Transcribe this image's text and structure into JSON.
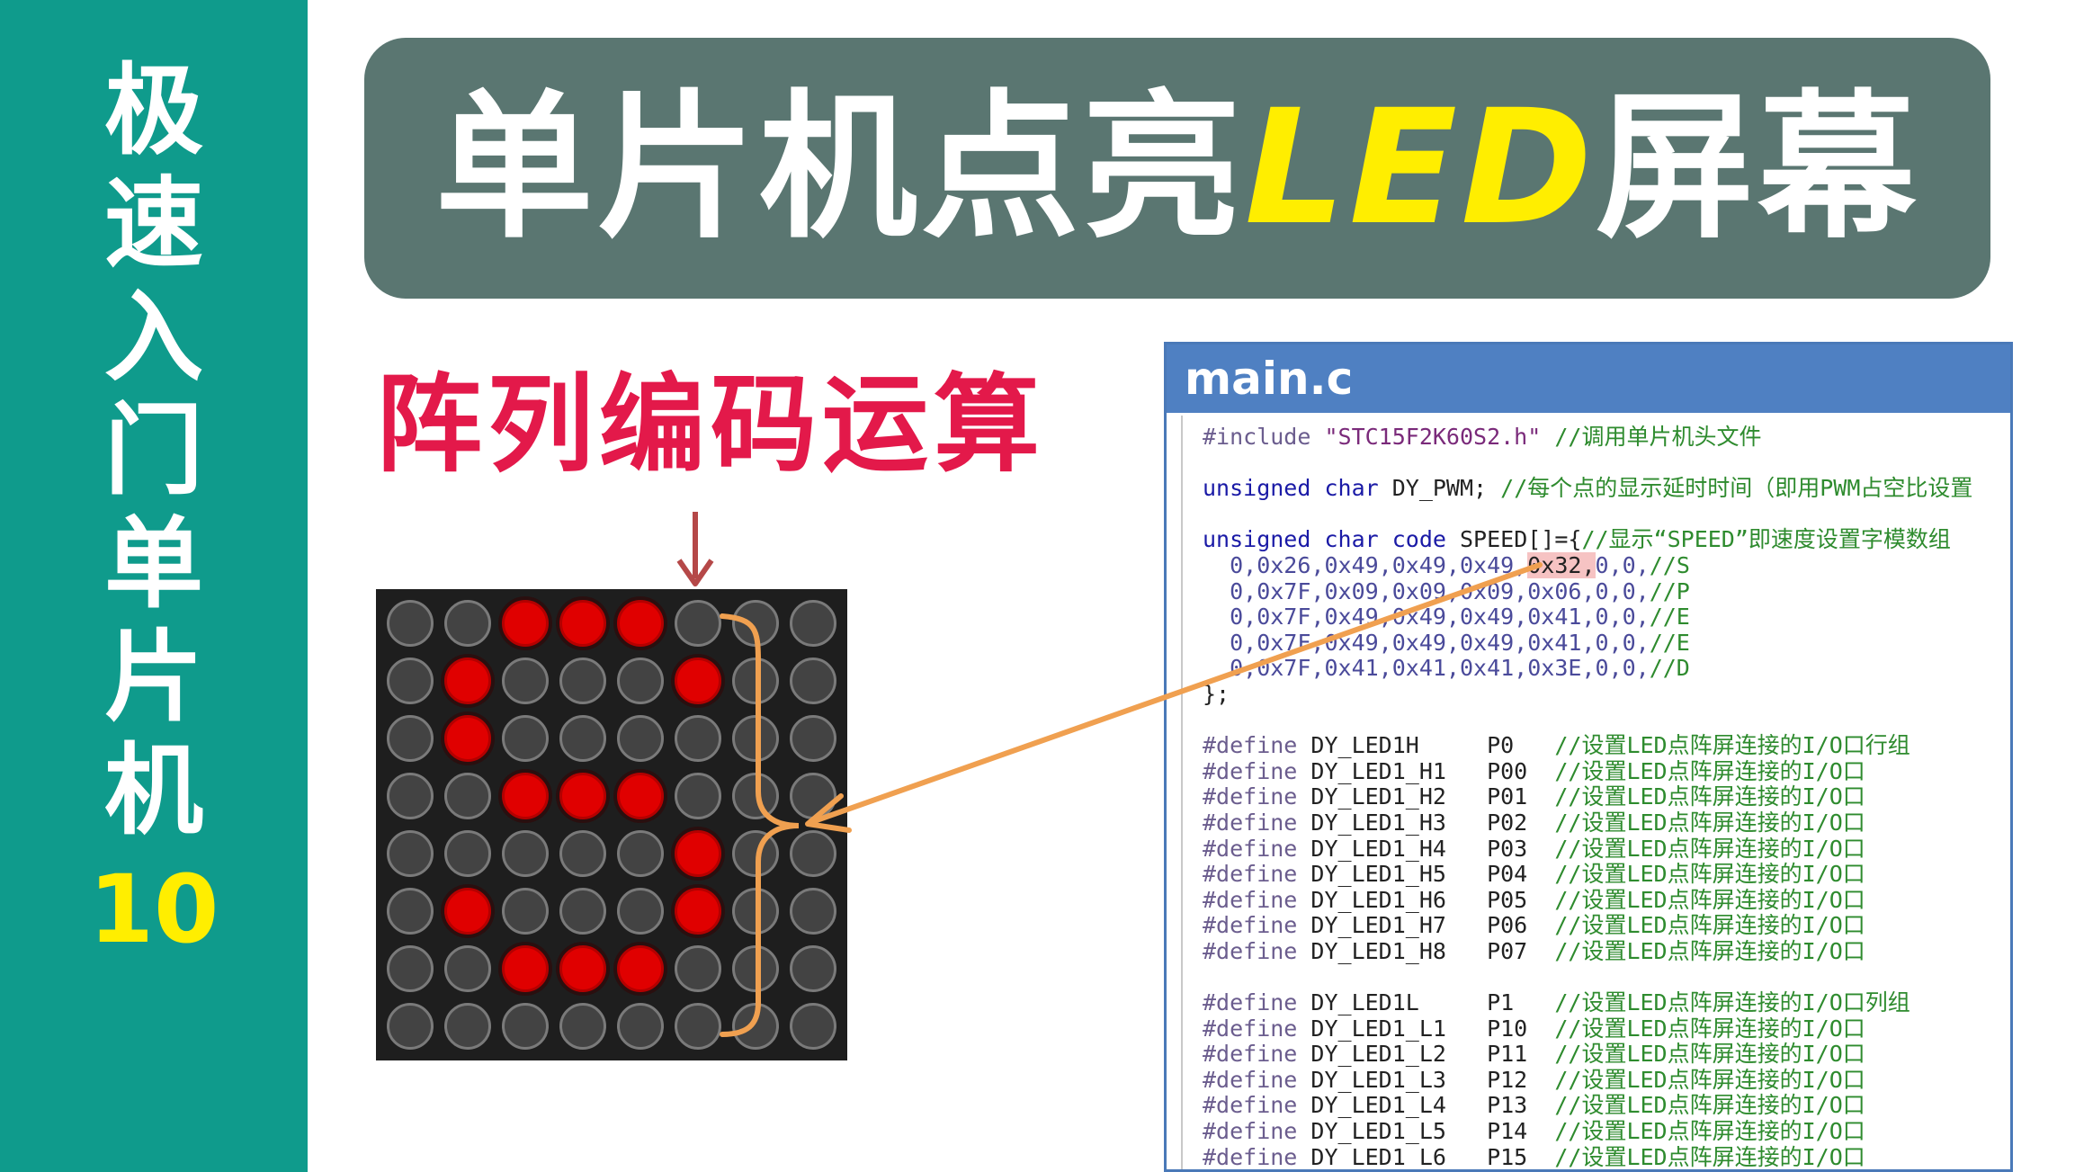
{
  "side_title": {
    "chars": [
      "极",
      "速",
      "入",
      "门",
      "单",
      "片",
      "机"
    ],
    "number": "10"
  },
  "banner": {
    "title_white": "单片机点亮",
    "title_yellow": "LED",
    "title_white_2": "屏幕"
  },
  "subtitle": "阵列编码运算",
  "led_matrix": {
    "rows": 8,
    "cols": 8,
    "on": [
      [
        0,
        0,
        1,
        1,
        1,
        0,
        0,
        0
      ],
      [
        0,
        1,
        0,
        0,
        0,
        1,
        0,
        0
      ],
      [
        0,
        1,
        0,
        0,
        0,
        0,
        0,
        0
      ],
      [
        0,
        0,
        1,
        1,
        1,
        0,
        0,
        0
      ],
      [
        0,
        0,
        0,
        0,
        0,
        1,
        0,
        0
      ],
      [
        0,
        1,
        0,
        0,
        0,
        1,
        0,
        0
      ],
      [
        0,
        0,
        1,
        1,
        1,
        0,
        0,
        0
      ],
      [
        0,
        0,
        0,
        0,
        0,
        0,
        0,
        0
      ]
    ]
  },
  "code_window": {
    "filename": "main.c",
    "lines": [
      {
        "parts": [
          {
            "c": "pp",
            "t": "#include "
          },
          {
            "c": "str",
            "t": "\"STC15F2K60S2.h\""
          },
          {
            "c": "cm",
            "t": " //调用单片机头文件"
          }
        ]
      },
      {
        "blank": true
      },
      {
        "parts": [
          {
            "c": "kw",
            "t": "unsigned char"
          },
          {
            "c": "",
            "t": " DY_PWM; "
          },
          {
            "c": "cm",
            "t": "//每个点的显示延时时间（即用PWM占空比设置"
          }
        ]
      },
      {
        "blank": true
      },
      {
        "parts": [
          {
            "c": "kw",
            "t": "unsigned char code"
          },
          {
            "c": "",
            "t": " SPEED[]={"
          },
          {
            "c": "cm",
            "t": "//显示“SPEED”即速度设置字模数组"
          }
        ]
      },
      {
        "parts": [
          {
            "c": "num",
            "t": "  0,0x26,0x49,0x49,0x49,"
          },
          {
            "c": "hl",
            "t": "0x32,"
          },
          {
            "c": "num",
            "t": "0,0,"
          },
          {
            "c": "cm",
            "t": "//S"
          }
        ]
      },
      {
        "parts": [
          {
            "c": "num",
            "t": "  0,0x7F,0x09,0x09,0x09,0x06,0,0,"
          },
          {
            "c": "cm",
            "t": "//P"
          }
        ]
      },
      {
        "parts": [
          {
            "c": "num",
            "t": "  0,0x7F,0x49,0x49,0x49,0x41,0,0,"
          },
          {
            "c": "cm",
            "t": "//E"
          }
        ]
      },
      {
        "parts": [
          {
            "c": "num",
            "t": "  0,0x7F,0x49,0x49,0x49,0x41,0,0,"
          },
          {
            "c": "cm",
            "t": "//E"
          }
        ]
      },
      {
        "parts": [
          {
            "c": "num",
            "t": "  0,0x7F,0x41,0x41,0x41,0x3E,0,0,"
          },
          {
            "c": "cm",
            "t": "//D"
          }
        ]
      },
      {
        "parts": [
          {
            "c": "",
            "t": "};"
          }
        ]
      },
      {
        "blank": true
      },
      {
        "parts": [
          {
            "c": "pp",
            "t": "#define"
          },
          {
            "c": "",
            "t": " DY_LED1H     P0   "
          },
          {
            "c": "cm",
            "t": "//设置LED点阵屏连接的I/O口行组"
          }
        ]
      },
      {
        "parts": [
          {
            "c": "pp",
            "t": "#define"
          },
          {
            "c": "",
            "t": " DY_LED1_H1   P00  "
          },
          {
            "c": "cm",
            "t": "//设置LED点阵屏连接的I/O口"
          }
        ]
      },
      {
        "parts": [
          {
            "c": "pp",
            "t": "#define"
          },
          {
            "c": "",
            "t": " DY_LED1_H2   P01  "
          },
          {
            "c": "cm",
            "t": "//设置LED点阵屏连接的I/O口"
          }
        ]
      },
      {
        "parts": [
          {
            "c": "pp",
            "t": "#define"
          },
          {
            "c": "",
            "t": " DY_LED1_H3   P02  "
          },
          {
            "c": "cm",
            "t": "//设置LED点阵屏连接的I/O口"
          }
        ]
      },
      {
        "parts": [
          {
            "c": "pp",
            "t": "#define"
          },
          {
            "c": "",
            "t": " DY_LED1_H4   P03  "
          },
          {
            "c": "cm",
            "t": "//设置LED点阵屏连接的I/O口"
          }
        ]
      },
      {
        "parts": [
          {
            "c": "pp",
            "t": "#define"
          },
          {
            "c": "",
            "t": " DY_LED1_H5   P04  "
          },
          {
            "c": "cm",
            "t": "//设置LED点阵屏连接的I/O口"
          }
        ]
      },
      {
        "parts": [
          {
            "c": "pp",
            "t": "#define"
          },
          {
            "c": "",
            "t": " DY_LED1_H6   P05  "
          },
          {
            "c": "cm",
            "t": "//设置LED点阵屏连接的I/O口"
          }
        ]
      },
      {
        "parts": [
          {
            "c": "pp",
            "t": "#define"
          },
          {
            "c": "",
            "t": " DY_LED1_H7   P06  "
          },
          {
            "c": "cm",
            "t": "//设置LED点阵屏连接的I/O口"
          }
        ]
      },
      {
        "parts": [
          {
            "c": "pp",
            "t": "#define"
          },
          {
            "c": "",
            "t": " DY_LED1_H8   P07  "
          },
          {
            "c": "cm",
            "t": "//设置LED点阵屏连接的I/O口"
          }
        ]
      },
      {
        "blank": true
      },
      {
        "parts": [
          {
            "c": "pp",
            "t": "#define"
          },
          {
            "c": "",
            "t": " DY_LED1L     P1   "
          },
          {
            "c": "cm",
            "t": "//设置LED点阵屏连接的I/O口列组"
          }
        ]
      },
      {
        "parts": [
          {
            "c": "pp",
            "t": "#define"
          },
          {
            "c": "",
            "t": " DY_LED1_L1   P10  "
          },
          {
            "c": "cm",
            "t": "//设置LED点阵屏连接的I/O口"
          }
        ]
      },
      {
        "parts": [
          {
            "c": "pp",
            "t": "#define"
          },
          {
            "c": "",
            "t": " DY_LED1_L2   P11  "
          },
          {
            "c": "cm",
            "t": "//设置LED点阵屏连接的I/O口"
          }
        ]
      },
      {
        "parts": [
          {
            "c": "pp",
            "t": "#define"
          },
          {
            "c": "",
            "t": " DY_LED1_L3   P12  "
          },
          {
            "c": "cm",
            "t": "//设置LED点阵屏连接的I/O口"
          }
        ]
      },
      {
        "parts": [
          {
            "c": "pp",
            "t": "#define"
          },
          {
            "c": "",
            "t": " DY_LED1_L4   P13  "
          },
          {
            "c": "cm",
            "t": "//设置LED点阵屏连接的I/O口"
          }
        ]
      },
      {
        "parts": [
          {
            "c": "pp",
            "t": "#define"
          },
          {
            "c": "",
            "t": " DY_LED1_L5   P14  "
          },
          {
            "c": "cm",
            "t": "//设置LED点阵屏连接的I/O口"
          }
        ]
      },
      {
        "parts": [
          {
            "c": "pp",
            "t": "#define"
          },
          {
            "c": "",
            "t": " DY_LED1_L6   P15  "
          },
          {
            "c": "cm",
            "t": "//设置LED点阵屏连接的I/O口"
          }
        ]
      }
    ]
  },
  "colors": {
    "strip": "#0f9b8c",
    "banner": "#5a7671",
    "subtitle": "#e3194a",
    "led_on": "#e00000",
    "connector": "#f0a050",
    "titlebar": "#4f80c2"
  }
}
